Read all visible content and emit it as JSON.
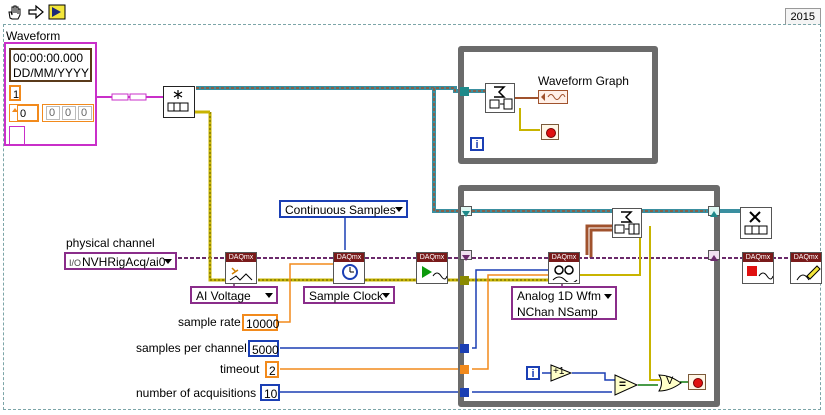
{
  "toolbar": {
    "icons": [
      "hand-tool-icon",
      "arrow-right-icon",
      "run-arrow-icon"
    ],
    "version_tab": "2015"
  },
  "waveform_control": {
    "label": "Waveform",
    "timestamp_time": "00:00:00.000",
    "timestamp_date": "DD/MM/YYYY",
    "dt": "1",
    "index": "0",
    "values": [
      "0",
      "0",
      "0"
    ]
  },
  "controls": {
    "physical_channel": {
      "label": "physical channel",
      "value": "NVHRigAcq/ai0"
    },
    "sample_rate": {
      "label": "sample rate",
      "value": "10000"
    },
    "samples_per_channel": {
      "label": "samples per channel",
      "value": "5000"
    },
    "timeout": {
      "label": "timeout",
      "value": "2"
    },
    "number_of_acquisitions": {
      "label": "number of acquisitions",
      "value": "10"
    }
  },
  "rings": {
    "sample_mode": "Continuous Samples",
    "channel_type": "AI Voltage",
    "timing_type": "Sample Clock",
    "read_type_line1": "Analog 1D Wfm",
    "read_type_line2": "NChan NSamp"
  },
  "indicators": {
    "waveform_graph": "Waveform Graph"
  },
  "loops": {
    "iteration_label": "i",
    "increment_label": "+1",
    "comparison_label": "=",
    "or_label": "V"
  },
  "vi_header": "DAQmx",
  "colors": {
    "cluster_wire": "#c92fc9",
    "waveform_wire": "#a0522d",
    "daqmx_wire": "#6b2a6b",
    "numeric_orange": "#f28a1c",
    "numeric_blue": "#1b3fb4",
    "boolean_green": "#0d7a0d",
    "error_yellow": "#c8b400",
    "loop_gray": "#6b6b6b"
  }
}
